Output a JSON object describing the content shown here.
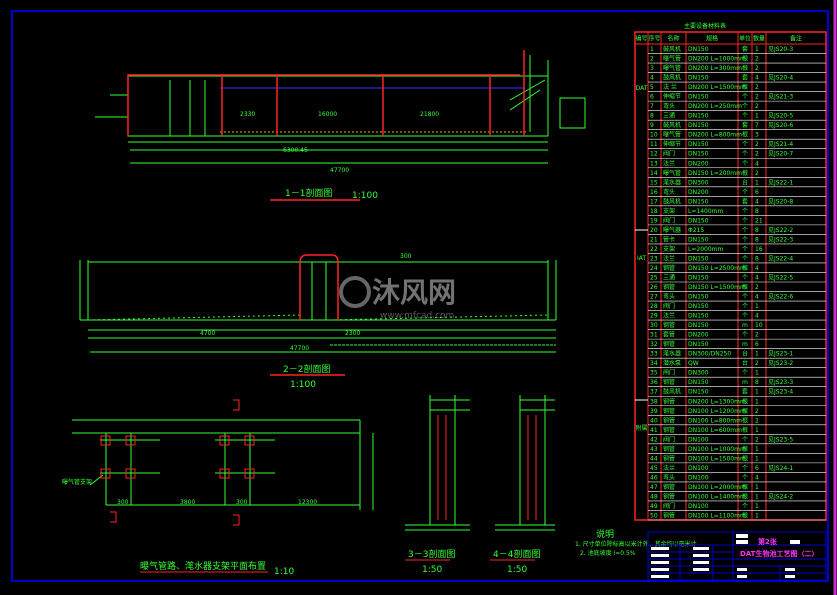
{
  "sheet": {
    "title": "DAT生物池工艺图（二）",
    "sheet_no": "第2张",
    "watermark": "沐风网",
    "watermark_url": "www.mfcad.com",
    "colors": {
      "frame": "#0000cc",
      "line": "#33ff33",
      "accent": "#ff2222",
      "title": "#ff33ff"
    }
  },
  "sections": {
    "s1": {
      "label": "1－1剖面图",
      "scale": "1:100",
      "dims": [
        "6300.45",
        "47700",
        "2330",
        "16000",
        "21800"
      ]
    },
    "s2": {
      "label": "2－2剖面图",
      "scale": "1:100",
      "dims": [
        "47700",
        "4700",
        "300",
        "2300"
      ]
    },
    "s3": {
      "label": "3－3剖面图",
      "scale": "1:50"
    },
    "s4": {
      "label": "4－4剖面图",
      "scale": "1:50"
    },
    "plan": {
      "label": "曝气管路、滗水器支架平面布置",
      "scale": "1:10",
      "dims": [
        "300",
        "3800",
        "300",
        "12300"
      ],
      "note": "曝气管支架"
    }
  },
  "notes": {
    "title": "说明",
    "lines": [
      "1. 尺寸单位除标高以米计外，其余均以毫米计",
      "2. 池底坡度 i=0.5%"
    ]
  },
  "table": {
    "title": "主要设备材料表",
    "headers": [
      "编号",
      "序号",
      "名称",
      "规格",
      "单位",
      "数量",
      "备注"
    ],
    "groups": [
      "DAT",
      "IAT",
      "附属"
    ],
    "rows": [
      [
        "1",
        "鼓风机",
        "DN150",
        "套",
        "1",
        "见JS20-3"
      ],
      [
        "2",
        "曝气管",
        "DN200 L=1000mm",
        "根",
        "2",
        ""
      ],
      [
        "3",
        "曝气管",
        "DN200 L=300mm",
        "根",
        "2",
        ""
      ],
      [
        "4",
        "鼓风机",
        "DN150",
        "套",
        "4",
        "见JS20-4"
      ],
      [
        "5",
        "法 兰",
        "DN200 L=1500mm",
        "根",
        "2",
        ""
      ],
      [
        "6",
        "伸缩节",
        "DN150",
        "个",
        "2",
        "见JS21-3"
      ],
      [
        "7",
        "弯头",
        "DN200 L=250mm",
        "个",
        "2",
        ""
      ],
      [
        "8",
        "三通",
        "DN150",
        "个",
        "1",
        "见JS20-5"
      ],
      [
        "9",
        "鼓风机",
        "DN150",
        "套",
        "7",
        "见JS20-6"
      ],
      [
        "10",
        "曝气管",
        "DN200 L=800mm",
        "根",
        "3",
        ""
      ],
      [
        "11",
        "伸缩节",
        "DN150",
        "个",
        "2",
        "见JS21-4"
      ],
      [
        "12",
        "阀门",
        "DN150",
        "个",
        "2",
        "见JS20-7"
      ],
      [
        "13",
        "法兰",
        "DN200",
        "个",
        "4",
        ""
      ],
      [
        "14",
        "曝气管",
        "DN150 L=200mm",
        "根",
        "2",
        ""
      ],
      [
        "15",
        "滗水器",
        "DN300",
        "台",
        "1",
        "见JS22-1"
      ],
      [
        "16",
        "弯头",
        "DN200",
        "个",
        "6",
        ""
      ],
      [
        "17",
        "鼓风机",
        "DN150",
        "套",
        "4",
        "见JS20-8"
      ],
      [
        "18",
        "支架",
        "L=1400mm",
        "个",
        "8",
        ""
      ],
      [
        "19",
        "阀门",
        "DN150",
        "个",
        "21",
        ""
      ],
      [
        "20",
        "曝气器",
        "Φ215",
        "个",
        "8",
        "见JS22-2"
      ],
      [
        "21",
        "管卡",
        "DN150",
        "个",
        "8",
        "见JS22-3"
      ],
      [
        "22",
        "支架",
        "L=2000mm",
        "个",
        "16",
        ""
      ],
      [
        "23",
        "法兰",
        "DN150",
        "个",
        "8",
        "见JS22-4"
      ],
      [
        "24",
        "钢管",
        "DN150 L=2500mm",
        "根",
        "4",
        ""
      ],
      [
        "25",
        "三通",
        "DN150",
        "个",
        "4",
        "见JS22-5"
      ],
      [
        "26",
        "钢管",
        "DN150 L=1500mm",
        "根",
        "2",
        ""
      ],
      [
        "27",
        "弯头",
        "DN150",
        "个",
        "4",
        "见JS22-6"
      ],
      [
        "28",
        "阀门",
        "DN150",
        "个",
        "1",
        ""
      ],
      [
        "29",
        "法兰",
        "DN150",
        "个",
        "4",
        ""
      ],
      [
        "30",
        "钢管",
        "DN150",
        "m",
        "10",
        ""
      ],
      [
        "31",
        "套管",
        "DN200",
        "个",
        "2",
        ""
      ],
      [
        "32",
        "钢管",
        "DN150",
        "m",
        "6",
        ""
      ],
      [
        "33",
        "滗水器",
        "DN300/DN250",
        "台",
        "1",
        "见JS23-1"
      ],
      [
        "34",
        "潜水泵",
        "QW",
        "台",
        "2",
        "见JS23-2"
      ],
      [
        "35",
        "闸门",
        "DN300",
        "个",
        "1",
        ""
      ],
      [
        "36",
        "钢管",
        "DN150",
        "m",
        "8",
        "见JS23-3"
      ],
      [
        "37",
        "鼓风机",
        "DN150",
        "套",
        "1",
        "见JS23-4"
      ],
      [
        "38",
        "钢管",
        "DN200 L=1300mm",
        "根",
        "1",
        ""
      ],
      [
        "39",
        "钢管",
        "DN100 L=1200mm",
        "根",
        "2",
        ""
      ],
      [
        "40",
        "钢管",
        "DN100 L=800mm",
        "根",
        "2",
        ""
      ],
      [
        "41",
        "钢管",
        "DN100 L=600mm",
        "根",
        "1",
        ""
      ],
      [
        "42",
        "阀门",
        "DN100",
        "个",
        "2",
        "见JS23-5"
      ],
      [
        "43",
        "钢管",
        "DN100 L=1000mm",
        "根",
        "1",
        ""
      ],
      [
        "44",
        "钢管",
        "DN100 L=1500mm",
        "根",
        "1",
        ""
      ],
      [
        "45",
        "法兰",
        "DN100",
        "个",
        "6",
        "见JS24-1"
      ],
      [
        "46",
        "弯头",
        "DN100",
        "个",
        "4",
        ""
      ],
      [
        "47",
        "钢管",
        "DN100 L=2000mm",
        "根",
        "1",
        ""
      ],
      [
        "48",
        "钢管",
        "DN100 L=1400mm",
        "根",
        "1",
        "见JS24-2"
      ],
      [
        "49",
        "阀门",
        "DN100",
        "个",
        "1",
        ""
      ],
      [
        "50",
        "钢管",
        "DN100 L=1100mm",
        "根",
        "1",
        ""
      ]
    ]
  }
}
